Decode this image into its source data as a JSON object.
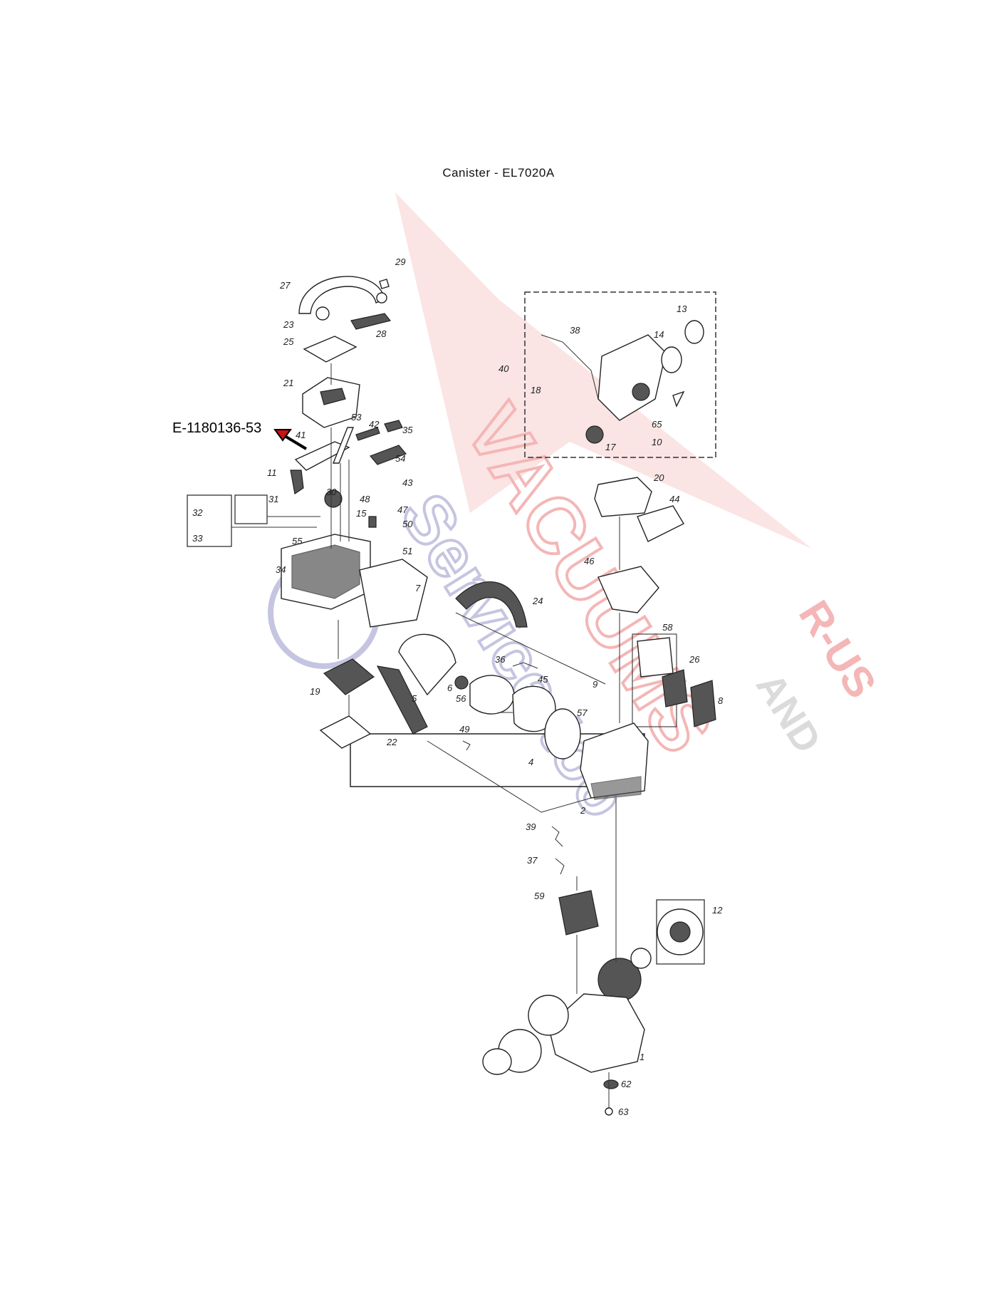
{
  "title": "Canister -  EL7020A",
  "callout": {
    "text": "E-1180136-53",
    "color": "#cc1111"
  },
  "watermark": {
    "lines": [
      "VACUUMS",
      "Service too",
      "R-US",
      "AND"
    ],
    "colors": {
      "red": "#e03030",
      "blue": "#5a5aa8",
      "gray": "#999999"
    }
  },
  "part_labels": [
    "1",
    "2",
    "4",
    "5",
    "6",
    "7",
    "8",
    "9",
    "10",
    "11",
    "12",
    "13",
    "14",
    "15",
    "17",
    "18",
    "19",
    "20",
    "21",
    "22",
    "23",
    "24",
    "25",
    "26",
    "27",
    "28",
    "29",
    "30",
    "31",
    "32",
    "33",
    "34",
    "35",
    "36",
    "37",
    "38",
    "39",
    "40",
    "41",
    "42",
    "43",
    "44",
    "45",
    "46",
    "47",
    "48",
    "49",
    "50",
    "51",
    "53",
    "54",
    "55",
    "56",
    "57",
    "58",
    "59",
    "62",
    "63",
    "65"
  ]
}
